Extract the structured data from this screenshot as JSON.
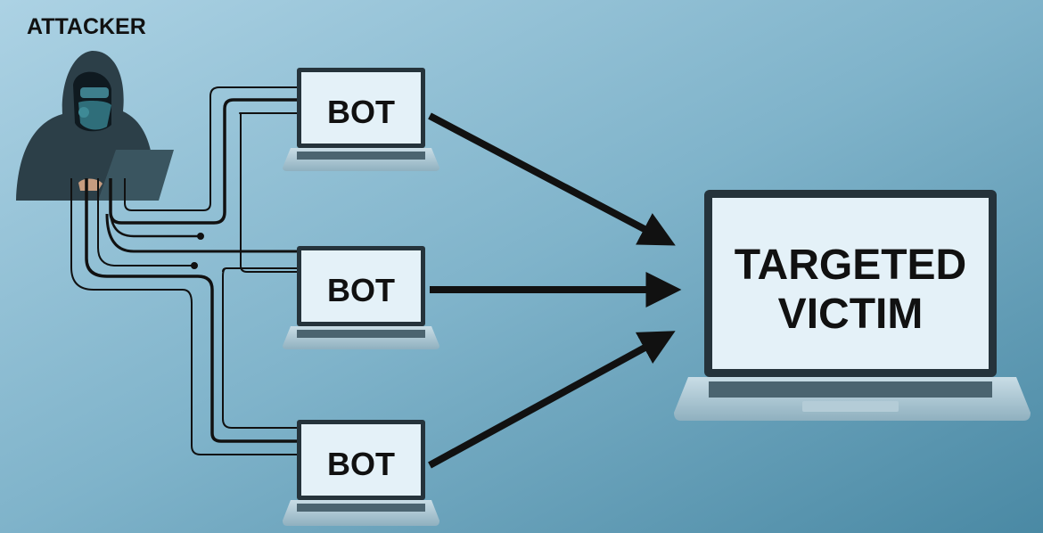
{
  "attacker": {
    "label": "ATTACKER"
  },
  "bots": [
    {
      "label": "BOT"
    },
    {
      "label": "BOT"
    },
    {
      "label": "BOT"
    }
  ],
  "victim": {
    "line1": "TARGETED",
    "line2": "VICTIM"
  },
  "colors": {
    "bg_light": "#a9d0e2",
    "bg_dark": "#4b8ba6",
    "screen": "#e4f1f8",
    "bezel": "#2a3a44",
    "line": "#111111"
  }
}
